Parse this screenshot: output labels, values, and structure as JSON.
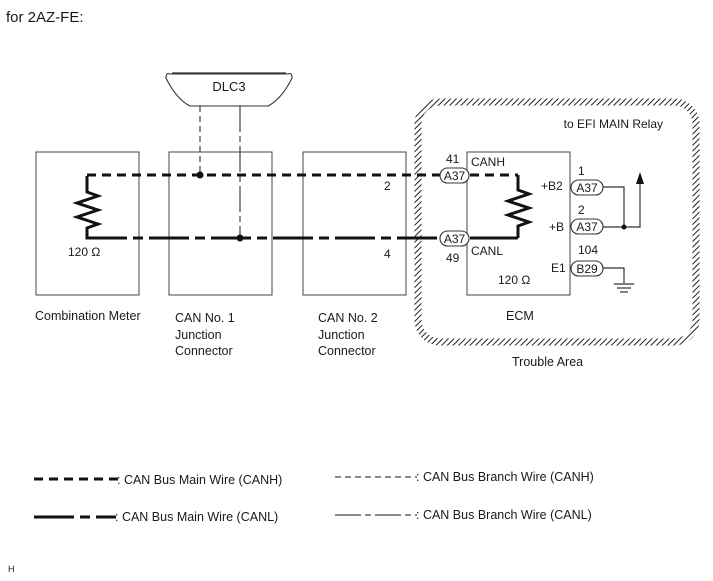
{
  "header": {
    "title": "for 2AZ-FE:"
  },
  "footer": {
    "mark": "H"
  },
  "components": {
    "dlc3": {
      "label": "DLC3"
    },
    "combination_meter": {
      "label": "Combination Meter",
      "resistor": "120 Ω"
    },
    "can_no1": {
      "label_lines": [
        "CAN No. 1",
        "Junction",
        "Connector"
      ]
    },
    "can_no2": {
      "label_lines": [
        "CAN No. 2",
        "Junction",
        "Connector"
      ],
      "pin_canh": "2",
      "pin_canl": "4"
    },
    "ecm": {
      "label": "ECM",
      "resistor": "120 Ω",
      "canh_label": "CANH",
      "canl_label": "CANL",
      "canh_connector": "A37",
      "canh_pin": "41",
      "canl_connector": "A37",
      "canl_pin": "49",
      "terminals": [
        {
          "name": "+B2",
          "connector": "A37",
          "pin": "1"
        },
        {
          "name": "+B",
          "connector": "A37",
          "pin": "2"
        },
        {
          "name": "E1",
          "connector": "B29",
          "pin": "104"
        }
      ]
    },
    "relay_note": "to EFI MAIN Relay",
    "trouble_area": "Trouble Area"
  },
  "legend": [
    {
      "style": "main-canh",
      "label": ": CAN Bus Main Wire (CANH)"
    },
    {
      "style": "branch-canh",
      "label": ": CAN Bus Branch Wire (CANH)"
    },
    {
      "style": "main-canl",
      "label": ": CAN Bus Main Wire (CANL)"
    },
    {
      "style": "branch-canl",
      "label": ": CAN Bus Branch Wire (CANL)"
    }
  ]
}
